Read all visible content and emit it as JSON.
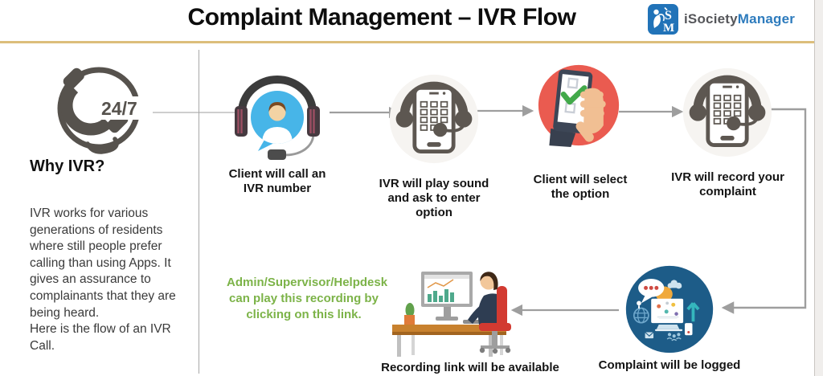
{
  "header": {
    "title": "Complaint Management – IVR Flow",
    "logo": {
      "brand_first": "iSociety",
      "brand_second": "Manager",
      "icon_s": "S",
      "icon_m": "M"
    }
  },
  "sidebar": {
    "badge": "24/7",
    "heading": "Why IVR?",
    "paragraph": "IVR works for various\ngenerations of residents\nwhere still people prefer\ncalling than using Apps. It\ngives an assurance to\ncomplainants that they are\nbeing heard.\nHere is the flow of an IVR\nCall."
  },
  "flow": {
    "steps": [
      {
        "icon": "client-headset-icon",
        "label": "Client will call an\nIVR number"
      },
      {
        "icon": "phone-headset-icon",
        "label": "IVR will play sound\nand ask to enter\noption"
      },
      {
        "icon": "hand-phone-checklist-icon",
        "label": "Client will select\nthe option"
      },
      {
        "icon": "phone-headset-icon",
        "label": "IVR will record your\ncomplaint"
      }
    ],
    "bottom": {
      "note": "Admin/Supervisor/Helpdesk\ncan play this recording by\nclicking on this link.",
      "recording_label": "Recording link will be available",
      "logged_label": "Complaint will be logged"
    }
  },
  "colors": {
    "accent_gold": "#dcbe7b",
    "brand_blue": "#2173b8",
    "brand_gray": "#55565a",
    "icon_gray": "#5d5751",
    "bubble_blue": "#47b5e8",
    "select_red": "#ea5b50",
    "check_green": "#42a94a",
    "logged_navy": "#1d5c88",
    "note_green": "#7cb348",
    "chair_red": "#d23a31",
    "desk_orange": "#c8812e"
  }
}
